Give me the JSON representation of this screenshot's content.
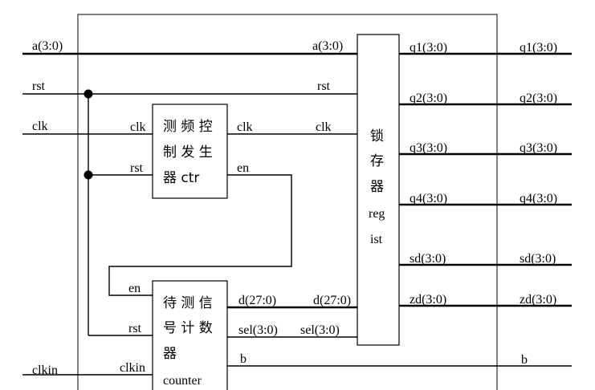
{
  "ports": {
    "a": "a(3:0)",
    "rst": "rst",
    "clk": "clk",
    "clkin": "clkin",
    "q1": "q1(3:0)",
    "q2": "q2(3:0)",
    "q3": "q3(3:0)",
    "q4": "q4(3:0)",
    "sd": "sd(3:0)",
    "zd": "zd(3:0)",
    "b": "b"
  },
  "ctr": {
    "line1": "测 频 控",
    "line2": "制 发 生",
    "line3": "器 ctr",
    "pin_clk_in": "clk",
    "pin_rst": "rst",
    "pin_clk_out": "clk",
    "pin_en": "en"
  },
  "counter": {
    "line1": "待 测 信",
    "line2": "号 计 数",
    "line3": "器",
    "line4": "counter",
    "pin_en": "en",
    "pin_rst": "rst",
    "pin_clkin": "clkin",
    "pin_d": "d(27:0)",
    "pin_sel": "sel(3:0)",
    "pin_b": "b"
  },
  "regist": {
    "name_chars": [
      "锁",
      "存",
      "器"
    ],
    "name_line1": "reg",
    "name_line2": "ist",
    "pin_a": "a(3:0)",
    "pin_rst": "rst",
    "pin_clk": "clk",
    "pin_d": "d(27:0)",
    "pin_sel": "sel(3:0)",
    "pin_q1": "q1(3:0)",
    "pin_q2": "q2(3:0)",
    "pin_q3": "q3(3:0)",
    "pin_q4": "q4(3:0)",
    "pin_sd": "sd(3:0)",
    "pin_zd": "zd(3:0)"
  }
}
